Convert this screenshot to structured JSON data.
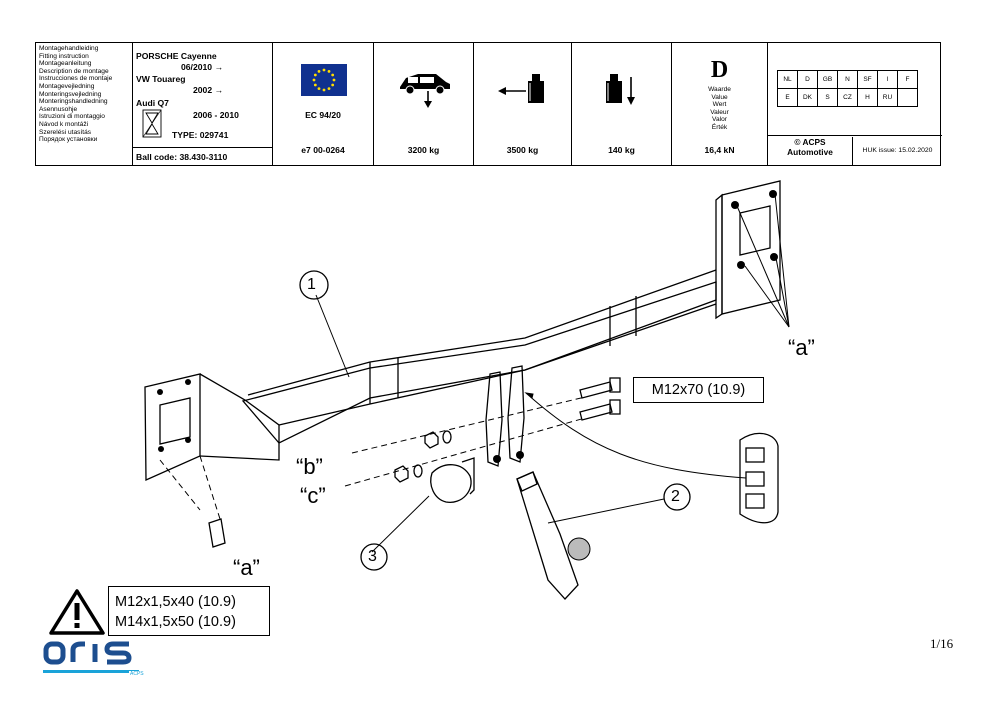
{
  "header": {
    "languages": [
      "Montagehandleiding",
      "Fitting instruction",
      "Montageanleitung",
      "Description de montage",
      "Instrucciones de montaje",
      "Montagevejledning",
      "Monteringsvejledning",
      "Monteringshandledning",
      "Asennusohje",
      "Istruzioni di montaggio",
      "Návod k montáži",
      "Szerelési utasítás",
      "Порядок установки"
    ],
    "vehicles": {
      "v1_name": "PORSCHE Cayenne",
      "v1_year": "06/2010 →",
      "v2_name": "VW Touareg",
      "v2_year": "2002 →",
      "v3_name": "Audi Q7",
      "v3_year": "2006 - 2010",
      "type": "TYPE: 029741",
      "ball_code": "Ball code: 38.430-3110"
    },
    "approval": {
      "directive": "EC 94/20",
      "number": "e7  00-0264"
    },
    "d_value": "3200 kg",
    "max_trailer": "3500 kg",
    "vertical_load": "140 kg",
    "dc_value": "16,4 kN",
    "d_letter": "D",
    "d_words": [
      "Waarde",
      "Value",
      "Wert",
      "Valeur",
      "Valor",
      "Érték"
    ],
    "countries_row1": [
      "NL",
      "D",
      "GB",
      "N",
      "SF",
      "I",
      "F"
    ],
    "countries_row2": [
      "E",
      "DK",
      "S",
      "CZ",
      "H",
      "RU",
      ""
    ],
    "copyright": "© ACPS",
    "company": "Automotive",
    "issue": "HUK issue: 15.02.2020"
  },
  "drawing": {
    "label_1": "1",
    "label_2": "2",
    "label_3": "3",
    "label_a_top": "“a”",
    "label_a_bottom": "“a”",
    "label_b": "“b”",
    "label_c": "“c”",
    "bolt_callout": "M12x70 (10.9)",
    "warn_line1": "M12x1,5x40 (10.9)",
    "warn_line2": "M14x1,5x50 (10.9)"
  },
  "footer": {
    "logo": "ORIS",
    "logo_sub": "ACPS",
    "page": "1/16"
  },
  "colors": {
    "logo_blue": "#1d4e8f",
    "logo_cyan": "#1aa3d9",
    "eu_blue": "#10318f",
    "eu_star": "#ffdd00"
  }
}
